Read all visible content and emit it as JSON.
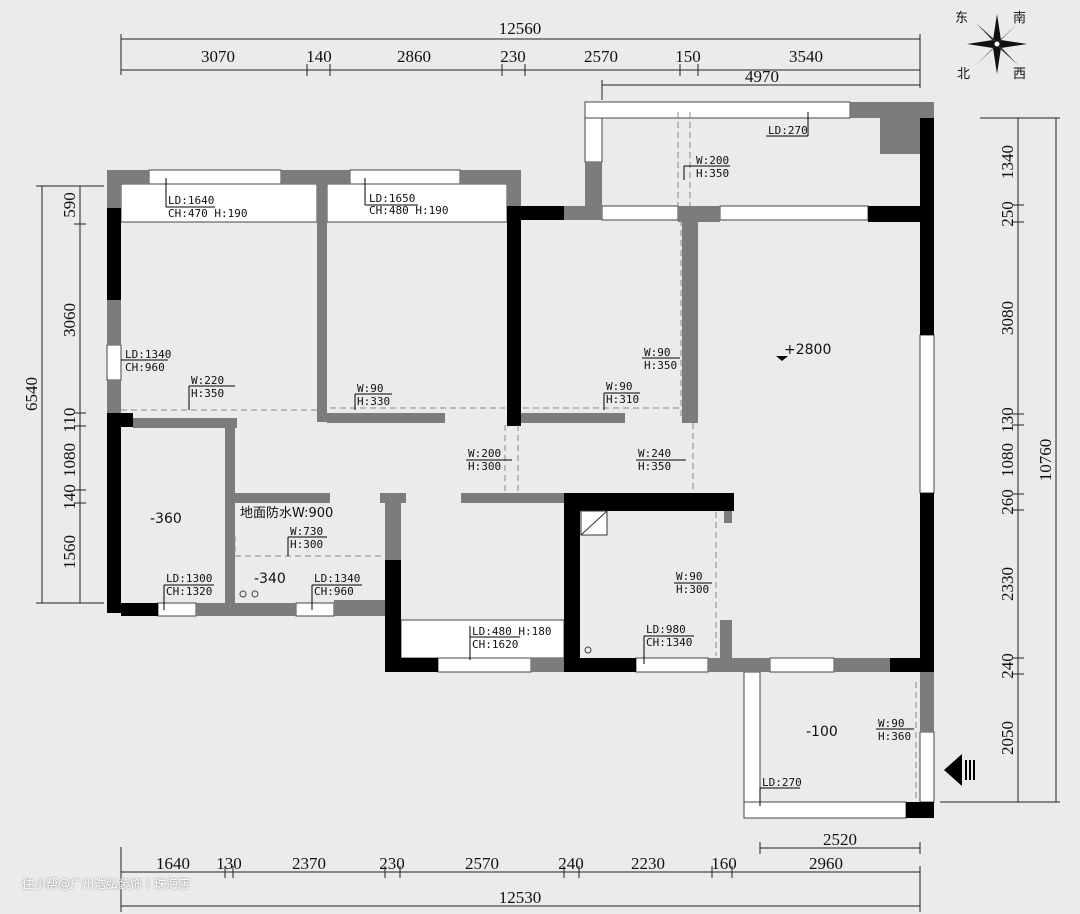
{
  "compass": {
    "east": "东",
    "south": "南",
    "north": "北",
    "west": "西"
  },
  "dimensions": {
    "top_total": "12560",
    "top_segments": [
      "3070",
      "140",
      "2860",
      "230",
      "2570",
      "150",
      "3540"
    ],
    "top_right": "4970",
    "bottom_total": "12530",
    "bottom_segments": [
      "1640",
      "130",
      "2370",
      "230",
      "2570",
      "240",
      "2230",
      "160",
      "2960"
    ],
    "bottom_right": "2520",
    "left_total": "6540",
    "left_segments": [
      "590",
      "3060",
      "110",
      "1080",
      "140",
      "1560"
    ],
    "right_total": "10760",
    "right_segments": [
      "1340",
      "250",
      "3080",
      "130",
      "1080",
      "260",
      "2330",
      "240",
      "2050"
    ]
  },
  "annotations": {
    "a1": [
      "LD:1640",
      "CH:470  H:190"
    ],
    "a2": [
      "LD:1650",
      "CH:480  H:190"
    ],
    "a3": [
      "LD:270"
    ],
    "a4": [
      "W:200",
      "H:350"
    ],
    "a5": [
      "LD:1340",
      "CH:960"
    ],
    "a6": [
      "W:220",
      "H:350"
    ],
    "a7": [
      "W:90",
      "H:330"
    ],
    "a8": [
      "W:90",
      "H:310"
    ],
    "a9": [
      "W:90",
      "H:350"
    ],
    "a10": [
      "W:200",
      "H:300"
    ],
    "a11": [
      "W:240",
      "H:350"
    ],
    "a12": [
      "W:730",
      "H:300"
    ],
    "a13": [
      "LD:1300",
      "CH:1320"
    ],
    "a14": [
      "LD:1340",
      "CH:960"
    ],
    "a15": [
      "LD:480  H:180",
      "CH:1620"
    ],
    "a16": [
      "W:90",
      "H:300"
    ],
    "a17": [
      "LD:980",
      "CH:1340"
    ],
    "a18": [
      "W:90",
      "H:360"
    ],
    "a19": [
      "LD:270"
    ]
  },
  "floor_waterproof": "地面防水W:900",
  "levels": {
    "living": "+2800",
    "bath": "-360",
    "laundry": "-340",
    "balcony": "-100"
  },
  "watermark": "住小帮@广州浩弘装饰丨珠海店",
  "colors": {
    "wall": "#000000",
    "column": "#7c7c7c",
    "window": "#ffffff",
    "background": "#ebebeb"
  }
}
